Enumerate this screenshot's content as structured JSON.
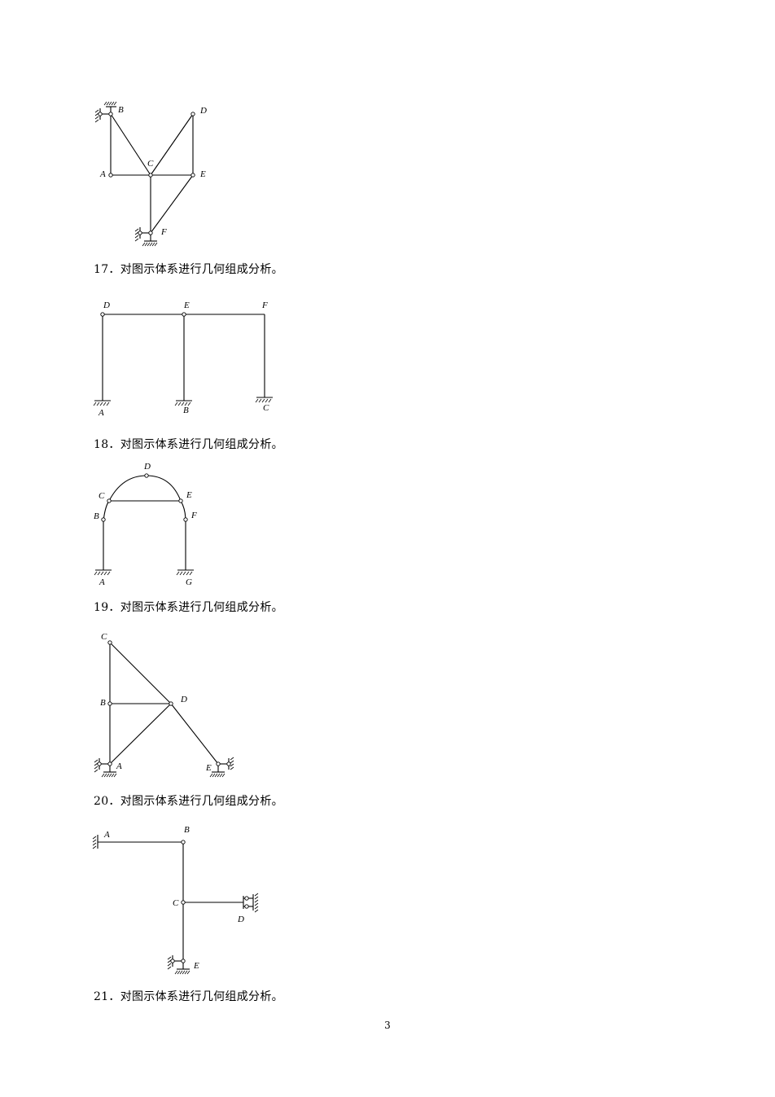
{
  "questions": [
    {
      "text": "17．对图示体系进行几何组成分析。"
    },
    {
      "text": "18．对图示体系进行几何组成分析。"
    },
    {
      "text": "19．对图示体系进行几何组成分析。"
    },
    {
      "text": "20．对图示体系进行几何组成分析。"
    },
    {
      "text": "21．对图示体系进行几何组成分析。"
    }
  ],
  "figures": {
    "fig1": {
      "labels": [
        "B",
        "D",
        "C",
        "A",
        "E",
        "F"
      ]
    },
    "fig2": {
      "labels": [
        "D",
        "E",
        "F",
        "A",
        "B",
        "C"
      ]
    },
    "fig3": {
      "labels": [
        "D",
        "C",
        "E",
        "B",
        "F",
        "A",
        "G"
      ]
    },
    "fig4": {
      "labels": [
        "C",
        "B",
        "D",
        "A",
        "E"
      ]
    },
    "fig5": {
      "labels": [
        "A",
        "B",
        "C",
        "D",
        "E"
      ]
    }
  },
  "page_number": "3"
}
